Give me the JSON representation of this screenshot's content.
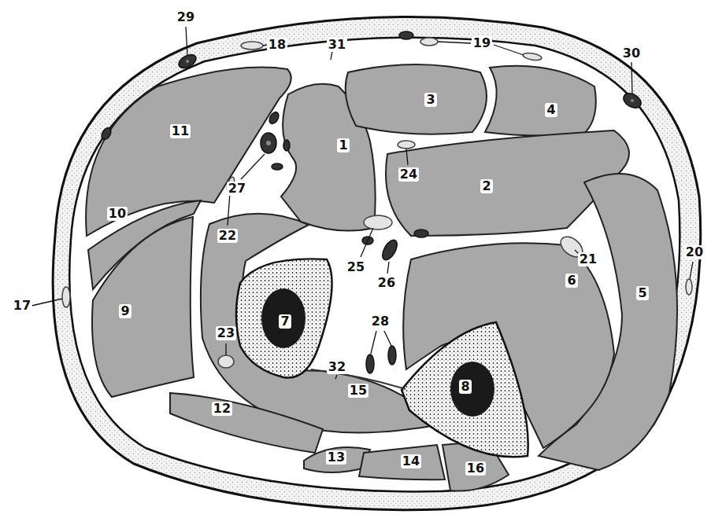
{
  "diagram": {
    "labels": [
      "29",
      "18",
      "31",
      "19",
      "30",
      "3",
      "4",
      "11",
      "1",
      "27",
      "24",
      "2",
      "10",
      "22",
      "21",
      "20",
      "25",
      "26",
      "5",
      "6",
      "17",
      "9",
      "7",
      "23",
      "28",
      "8",
      "32",
      "15",
      "12",
      "13",
      "14",
      "16"
    ]
  }
}
